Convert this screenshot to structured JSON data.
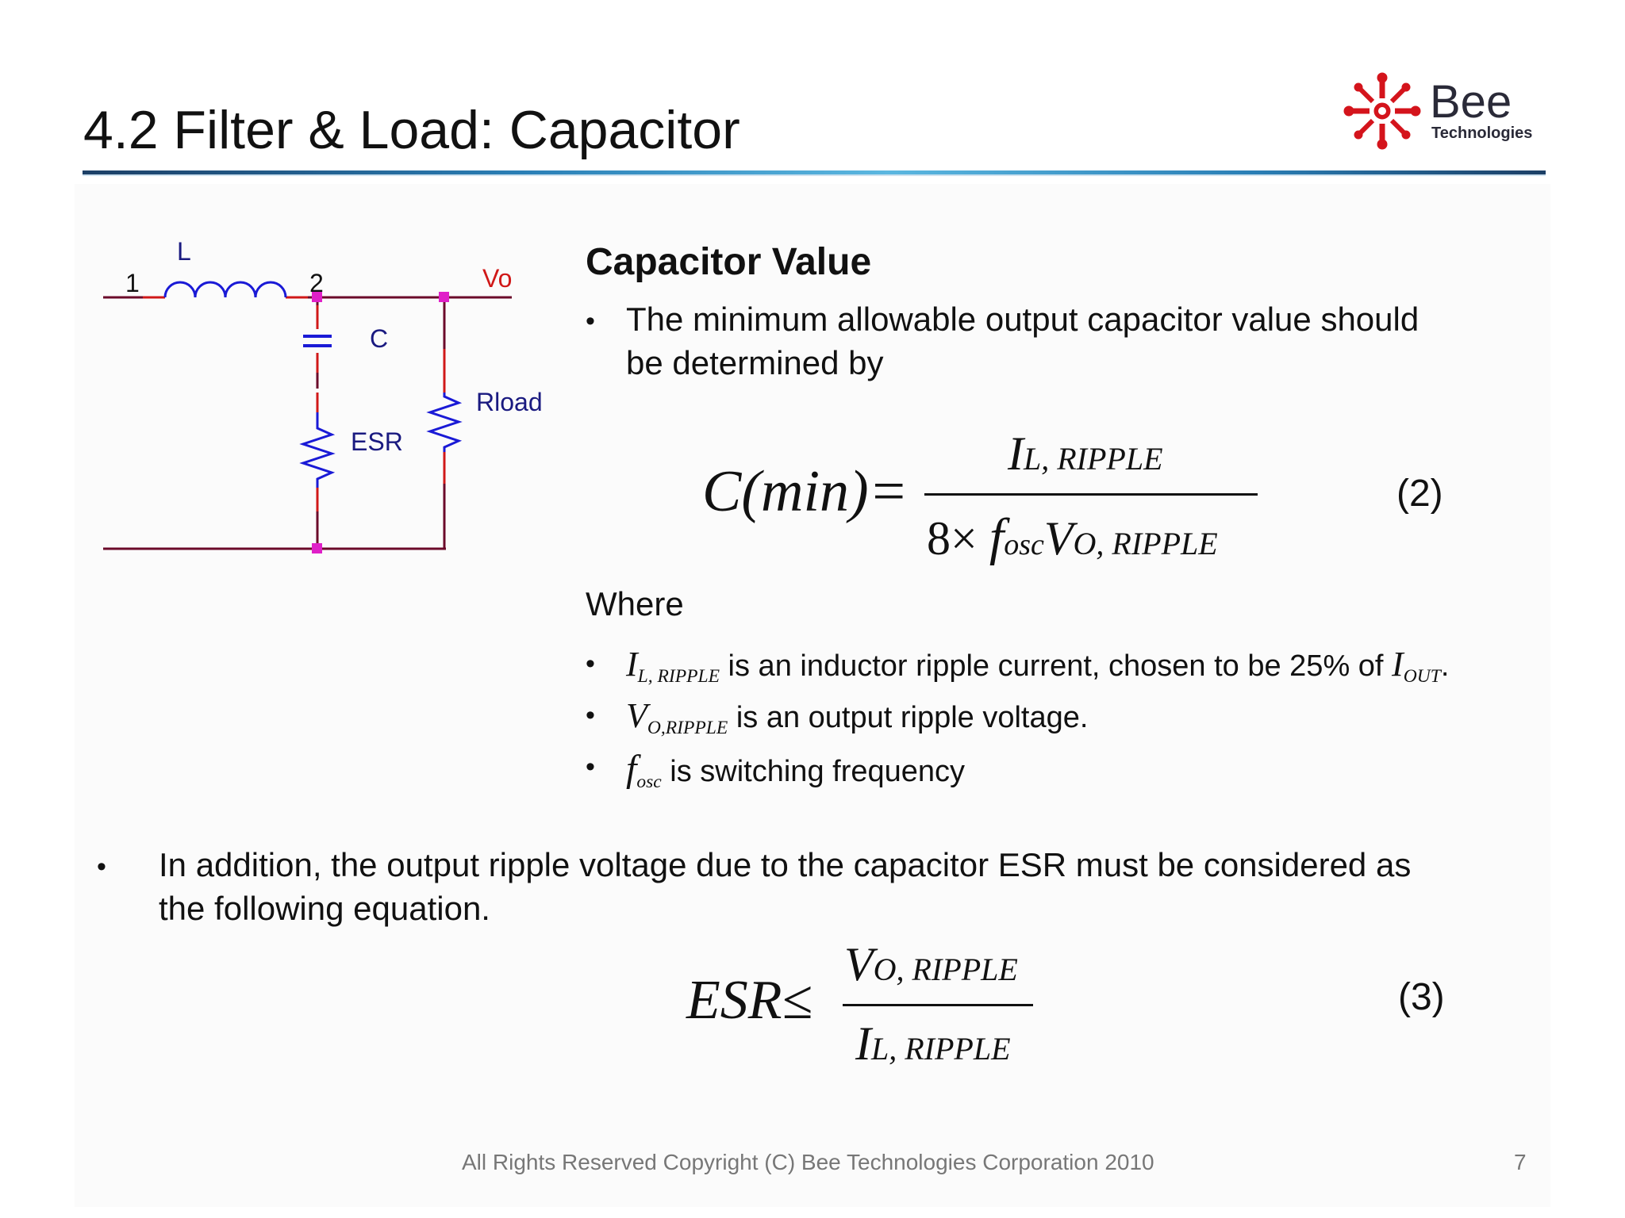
{
  "slide": {
    "title": "4.2 Filter & Load: Capacitor",
    "logo": {
      "brand": "Bee",
      "tagline": "Technologies",
      "accent": "#d4141c"
    },
    "footer": "All Rights Reserved Copyright (C) Bee Technologies Corporation 2010",
    "page_number": "7"
  },
  "circuit": {
    "node1": "1",
    "node2": "2",
    "inductor": "L",
    "vo": "Vo",
    "capacitor": "C",
    "esr": "ESR",
    "rload": "Rload",
    "colors": {
      "wire": "#6b0a2a",
      "component": "#1a1ad6",
      "node": "#e020c8",
      "vo_label": "#d01818",
      "label": "#1a1a80"
    }
  },
  "capacitor_value": {
    "heading": "Capacitor Value",
    "bullet": "The minimum allowable output capacitor value should be determined by",
    "bullet_line1": "The minimum allowable output capacitor value should",
    "bullet_line2": "be determined by"
  },
  "equation2": {
    "lhs": "C(min)=",
    "num_main": "I",
    "num_sub": "L, RIPPLE",
    "den_prefix": "8×",
    "den_f": "f",
    "den_f_sub": "osc",
    "den_v": "V",
    "den_v_sub": "O, RIPPLE",
    "number": "(2)"
  },
  "where": {
    "label": "Where",
    "items": [
      {
        "sym": "I",
        "sub": "L, RIPPLE",
        "text": " is an inductor ripple current, chosen to be 25% of ",
        "tail_sym": "I",
        "tail_sub": "OUT",
        "tail_end": "."
      },
      {
        "sym": "V",
        "sub": "O,RIPPLE",
        "text": " is an output ripple voltage."
      },
      {
        "sym": "f",
        "sub": "osc",
        "text": " is switching frequency"
      }
    ]
  },
  "addition": {
    "line1": "In addition, the output ripple voltage due to the capacitor ESR must be considered as",
    "line2": "the following equation."
  },
  "equation3": {
    "lhs": "ESR≤",
    "num_main": "V",
    "num_sub": "O, RIPPLE",
    "den_main": "I",
    "den_sub": "L, RIPPLE",
    "number": "(3)"
  }
}
